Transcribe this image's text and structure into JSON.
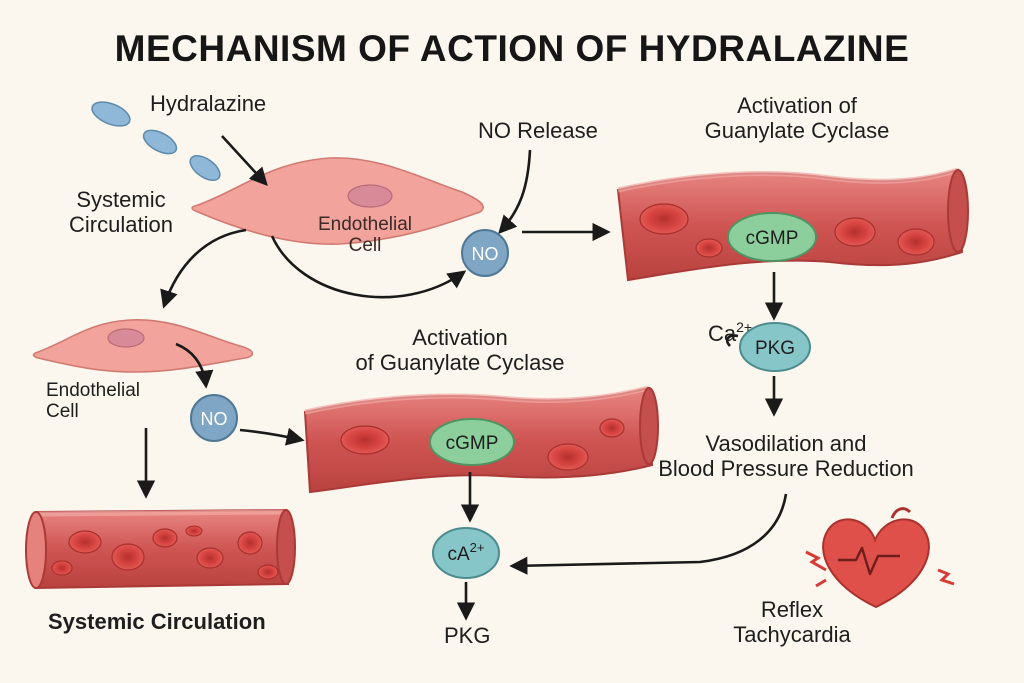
{
  "title": "MECHANISM OF ACTION OF HYDRALAZINE",
  "labels": {
    "hydralazine": "Hydralazine",
    "no_release": "NO Release",
    "activation_top": [
      "Activation of",
      "Guanylate Cyclase"
    ],
    "systemic_top": [
      "Systemic",
      "Circulation"
    ],
    "endothelial_top": [
      "Endothelial",
      "Cell"
    ],
    "endothelial_left": [
      "Endothelial",
      "Cell"
    ],
    "activation_mid": [
      "Activation",
      "of Guanylate Cyclase"
    ],
    "vasodilation": [
      "Vasodilation and",
      "Blood Pressure Reduction"
    ],
    "systemic_bottom": "Systemic Circulation",
    "pkg_bottom": "PKG",
    "reflex": [
      "Reflex",
      "Tachycardia"
    ]
  },
  "nodes": {
    "no_top": "NO",
    "no_left": "NO",
    "cgmp_right": "cGMP",
    "cgmp_mid": "cGMP",
    "pkg_right": "PKG",
    "ca_mid": "cA",
    "ca_mid_sup": "2+",
    "ca_right": "Ca",
    "ca_right_sup": "2+"
  },
  "colors": {
    "background": "#fbf6ee",
    "vessel": "#d9635f",
    "vessel_inner": "#c94c4a",
    "blood_cell": "#d8423f",
    "endothelial_cell": "#f2a39b",
    "no_node": "#7fa6c4",
    "cgmp_node": "#8ccf9d",
    "pkg_node": "#86c6c9",
    "pill": "#8fb8d8",
    "heart": "#e0504a",
    "arrow": "#1a1a1a"
  }
}
